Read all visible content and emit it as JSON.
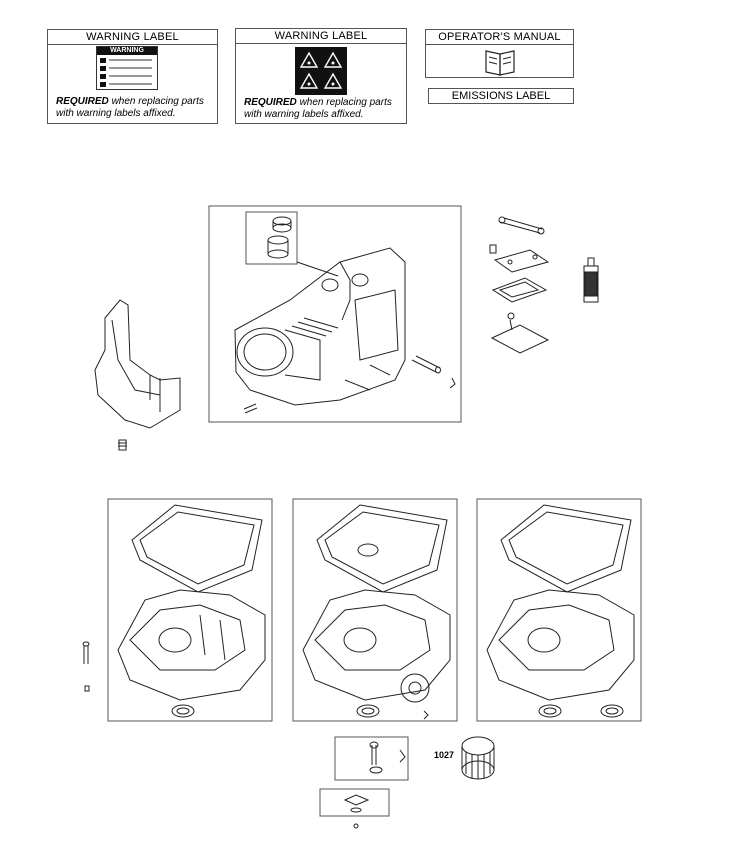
{
  "labels": {
    "warning_label_1": "WARNING LABEL",
    "warning_label_2": "WARNING LABEL",
    "operators_manual": "OPERATOR'S MANUAL",
    "emissions_label": "EMISSIONS LABEL",
    "required_word": "REQUIRED",
    "required_rest": " when replacing parts",
    "required_line2": "with warning labels affixed.",
    "sticker_warning": "WARNING"
  },
  "parts": {
    "oil_filter_number": "1027"
  },
  "colors": {
    "line": "#222222",
    "box_border": "#555555",
    "sticker_dark": "#111111"
  }
}
